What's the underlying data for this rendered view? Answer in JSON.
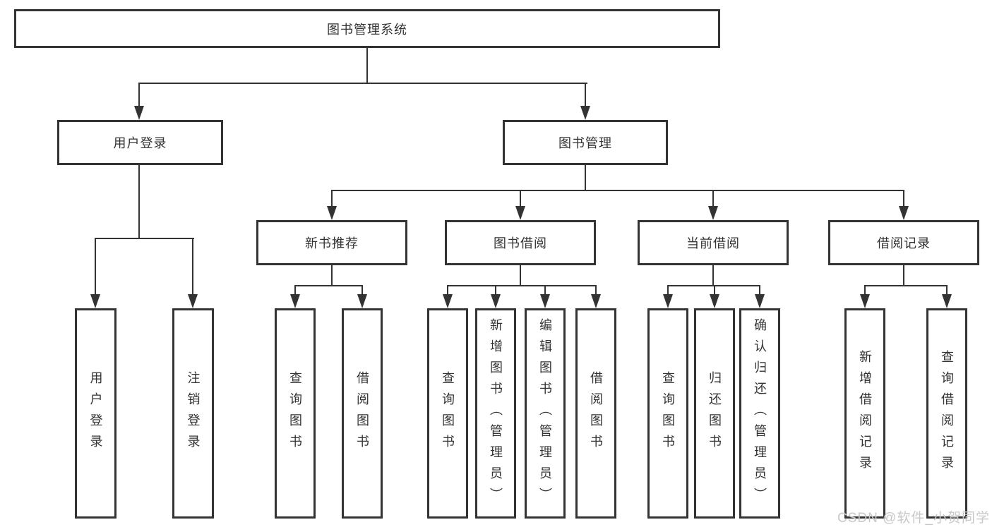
{
  "diagram": {
    "root": "图书管理系统",
    "level2": [
      "用户登录",
      "图书管理"
    ],
    "level3": [
      "新书推荐",
      "图书借阅",
      "当前借阅",
      "借阅记录"
    ],
    "leaves": {
      "user_login": [
        "用户登录",
        "注销登录"
      ],
      "new_books": [
        "查询图书",
        "借阅图书"
      ],
      "book_borrow": [
        "查询图书",
        "新增图书（管理员）",
        "编辑图书（管理员）",
        "借阅图书"
      ],
      "current_borrow": [
        "查询图书",
        "归还图书",
        "确认归还（管理员）"
      ],
      "borrow_records": [
        "新增借阅记录",
        "查询借阅记录"
      ]
    }
  },
  "watermark": "CSDN @软件_小贺同学",
  "colors": {
    "line": "#333333",
    "box_border": "#333333",
    "text": "#333333",
    "watermark": "#c8c8c8",
    "background": "#ffffff"
  }
}
